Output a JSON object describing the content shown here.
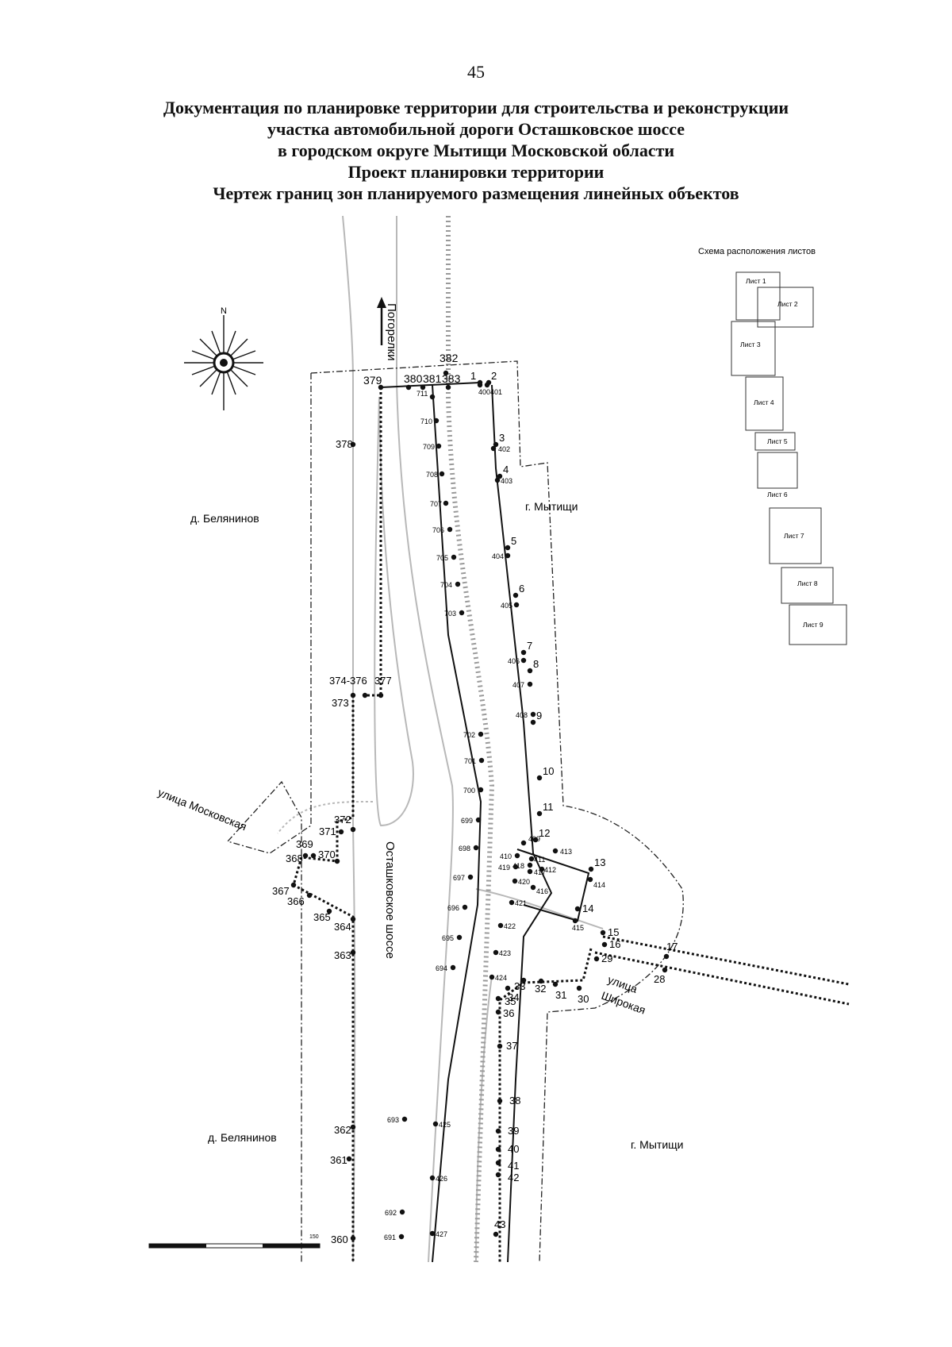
{
  "page_number": "45",
  "title": [
    "Документация по планировке территории для строительства и реконструкции",
    "участка автомобильной дороги Осташковское шоссе",
    "в городском округе Мытищи Московской области",
    "Проект планировки территории",
    "Чертеж границ зон планируемого размещения линейных объектов"
  ],
  "map": {
    "compass_label": "N",
    "north_arrow_label": "Погорелки",
    "places": {
      "belyaninovo_top": "д. Белянинов",
      "belyaninovo_bottom": "д. Белянинов",
      "mytishchi_top": "г. Мытищи",
      "mytishchi_bottom": "г. Мытищи"
    },
    "streets": {
      "moskovskaya": "улица Московская",
      "ostashkovskoe": "Осташковское шоссе",
      "shirokaya_1": "улица",
      "shirokaya_2": "Широкая"
    },
    "scale_end_label": "150"
  },
  "sheet_scheme": {
    "title": "Схема расположения листов",
    "sheets": [
      "Лист 1",
      "Лист 2",
      "Лист 3",
      "Лист 4",
      "Лист 5",
      "Лист 6",
      "Лист 7",
      "Лист 8",
      "Лист 9"
    ]
  },
  "points": {
    "left_border": [
      "379",
      "380",
      "381",
      "383",
      "382",
      "378",
      "377",
      "374-376",
      "373",
      "372",
      "371",
      "369",
      "370",
      "368",
      "367",
      "366",
      "365",
      "364",
      "363",
      "362",
      "361",
      "360"
    ],
    "axis_700": [
      "711",
      "710",
      "709",
      "708",
      "707",
      "706",
      "705",
      "704",
      "703",
      "702",
      "701",
      "700",
      "699",
      "698",
      "697",
      "696",
      "695",
      "694",
      "693",
      "692",
      "691"
    ],
    "axis_400": [
      "400",
      "401",
      "402",
      "403",
      "404",
      "405",
      "406",
      "407",
      "408",
      "409",
      "410",
      "411",
      "412",
      "413",
      "414",
      "415",
      "416",
      "417",
      "418",
      "419",
      "420",
      "421",
      "422",
      "423",
      "424",
      "425",
      "426",
      "427"
    ],
    "right_border": [
      "1",
      "2",
      "3",
      "4",
      "5",
      "6",
      "7",
      "8",
      "9",
      "10",
      "11",
      "12",
      "13",
      "14",
      "15",
      "16",
      "17",
      "28",
      "29",
      "30",
      "31",
      "32",
      "33",
      "34",
      "35",
      "36",
      "37",
      "38",
      "39",
      "40",
      "41",
      "42",
      "43"
    ]
  }
}
